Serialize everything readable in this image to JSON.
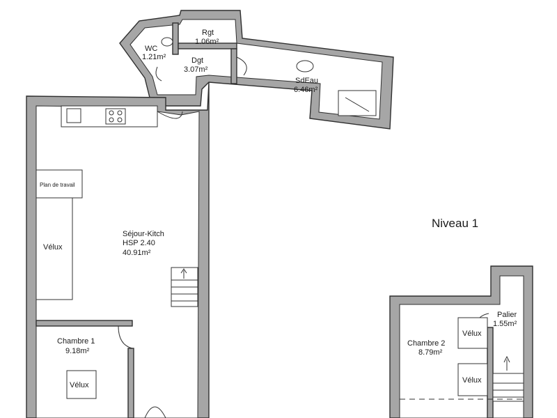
{
  "level_title": "Niveau 1",
  "rooms": [
    {
      "id": "wc",
      "name": "WC",
      "area": "1.21m²"
    },
    {
      "id": "rgt",
      "name": "Rgt",
      "area": "1.06m²"
    },
    {
      "id": "dgt",
      "name": "Dgt",
      "area": "3.07m²"
    },
    {
      "id": "sdeau",
      "name": "SdEau",
      "area": "6.46m²"
    },
    {
      "id": "sejour",
      "name": "Séjour-Kitch",
      "hsp": "HSP 2.40",
      "area": "40.91m²"
    },
    {
      "id": "chambre1",
      "name": "Chambre 1",
      "area": "9.18m²"
    },
    {
      "id": "chambre2",
      "name": "Chambre 2",
      "area": "8.79m²"
    },
    {
      "id": "palier",
      "name": "Palier",
      "area": "1.55m²"
    }
  ],
  "fixtures": {
    "plan_de_travail": "Plan de travail",
    "velux": "Vélux"
  }
}
